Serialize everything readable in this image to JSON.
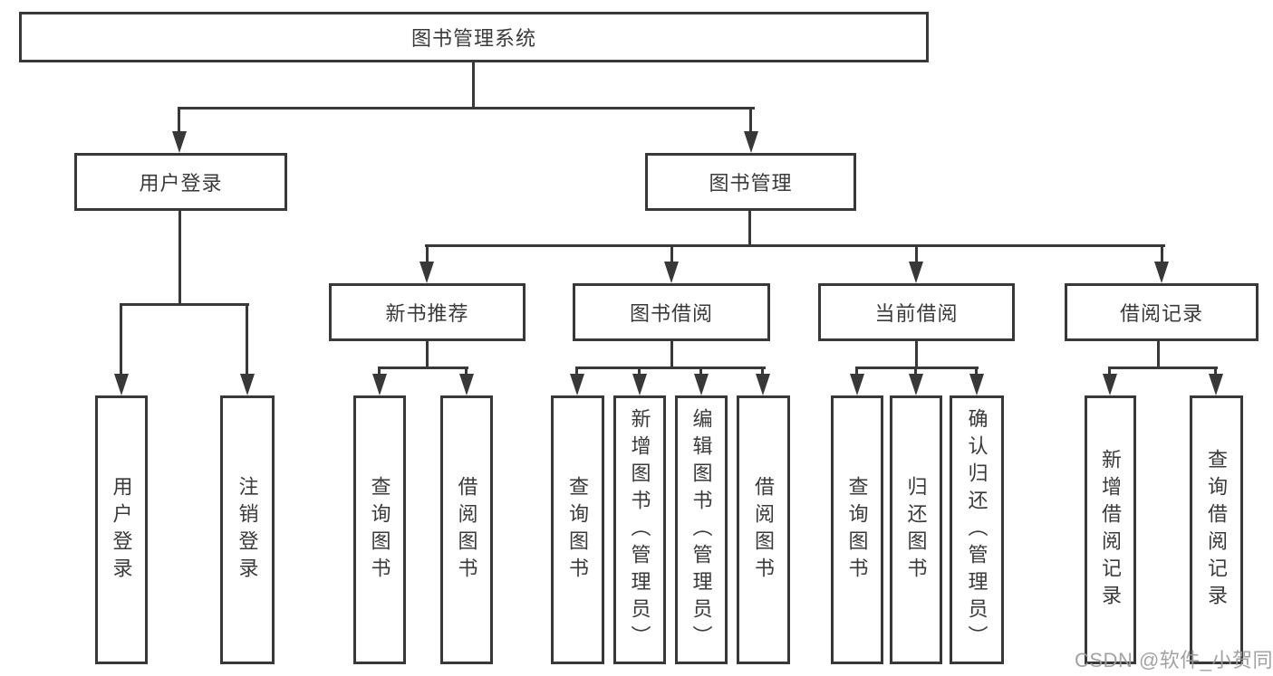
{
  "colors": {
    "line": "#383838",
    "text": "#3a3a3a",
    "background": "#ffffff",
    "watermark": "#9b9b9b"
  },
  "icons": {
    "arrowhead": "arrow-down (solid css triangle)"
  },
  "tree": {
    "root": "图书管理系统",
    "branches": [
      {
        "label": "用户登录",
        "leaves": [
          "用户登录",
          "注销登录"
        ]
      },
      {
        "label": "图书管理",
        "groups": [
          {
            "label": "新书推荐",
            "leaves": [
              "查询图书",
              "借阅图书"
            ]
          },
          {
            "label": "图书借阅",
            "leaves": [
              "查询图书",
              "新增图书（管理员）",
              "编辑图书（管理员）",
              "借阅图书"
            ]
          },
          {
            "label": "当前借阅",
            "leaves": [
              "查询图书",
              "归还图书",
              "确认归还（管理员）"
            ]
          },
          {
            "label": "借阅记录",
            "leaves": [
              "新增借阅记录",
              "查询借阅记录"
            ]
          }
        ]
      }
    ]
  },
  "watermark": {
    "text": "CSDN @软件_小贺同学"
  }
}
